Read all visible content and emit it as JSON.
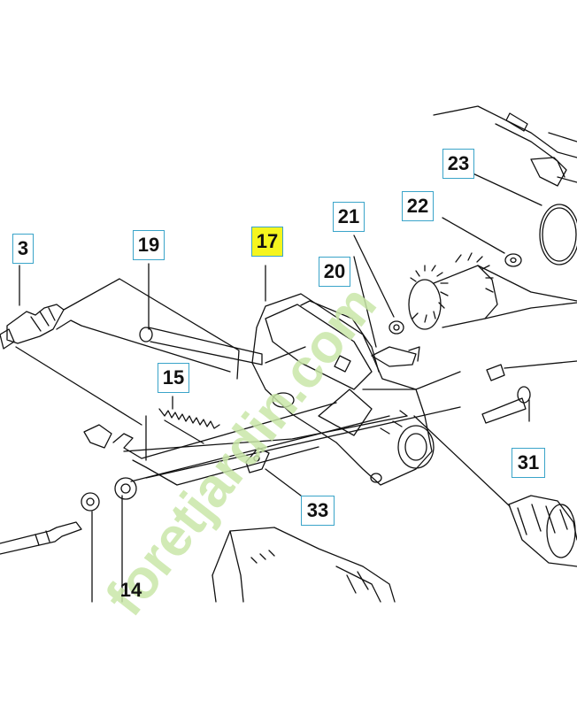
{
  "callouts": [
    {
      "id": "3",
      "label": "3",
      "highlight": false
    },
    {
      "id": "19",
      "label": "19",
      "highlight": false
    },
    {
      "id": "17",
      "label": "17",
      "highlight": true
    },
    {
      "id": "21",
      "label": "21",
      "highlight": false
    },
    {
      "id": "22",
      "label": "22",
      "highlight": false
    },
    {
      "id": "23",
      "label": "23",
      "highlight": false
    },
    {
      "id": "20",
      "label": "20",
      "highlight": false
    },
    {
      "id": "15",
      "label": "15",
      "highlight": false
    },
    {
      "id": "31",
      "label": "31",
      "highlight": false
    },
    {
      "id": "33",
      "label": "33",
      "highlight": false
    },
    {
      "id": "14",
      "label": "14",
      "highlight": false
    }
  ],
  "watermark": {
    "text": "foretjardin.com",
    "color": "#c9e6a8"
  },
  "colors": {
    "callout_border": "#3aa4c9",
    "highlight": "#f5f51e",
    "line": "#111111"
  }
}
